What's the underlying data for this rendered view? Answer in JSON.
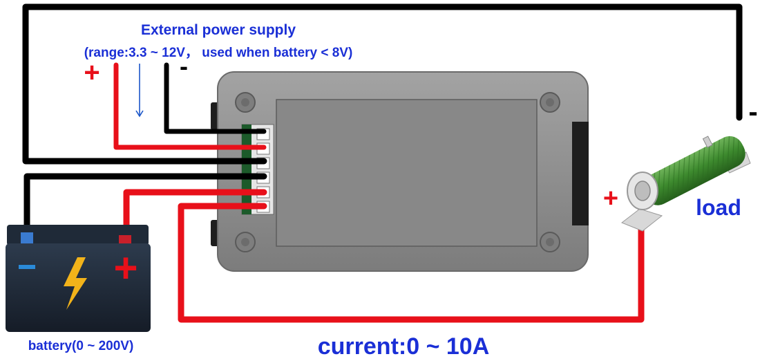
{
  "supply": {
    "title": "External power supply",
    "range": "(range:3.3 ~ 12V， used when battery < 8V)",
    "plus": "+",
    "minus": "-"
  },
  "battery": {
    "label": "battery(0 ~ 200V)",
    "plus": "+",
    "minus": "-"
  },
  "load": {
    "label": "load",
    "plus": "+",
    "minus": "-"
  },
  "current": {
    "label": "current:0 ~ 10A"
  },
  "colors": {
    "positive_wire": "#e8101a",
    "negative_wire": "#000000",
    "label_blue": "#1a2fd6",
    "sign_red": "#e8101a",
    "module_body": "#8a8a8a",
    "resistor_green": "#3d8a2e"
  },
  "icons": [
    "lightning-bolt-icon",
    "down-arrow-icon"
  ]
}
